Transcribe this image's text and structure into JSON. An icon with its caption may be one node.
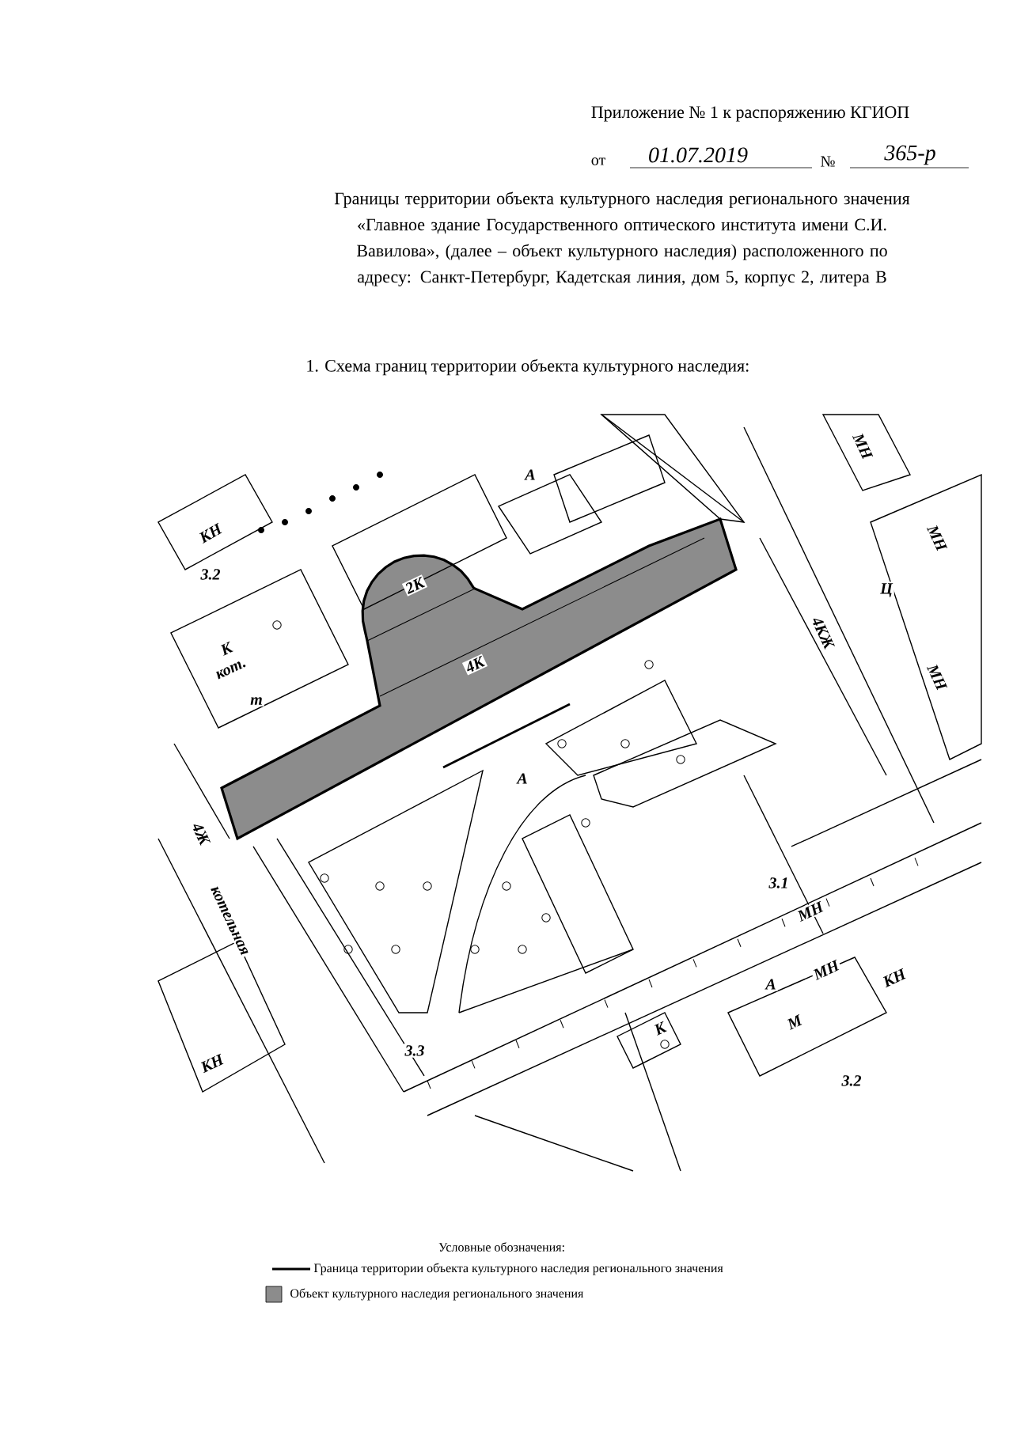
{
  "diagram": {
    "title": "Границы территории объекта культурного наследия регионального значения «Главное здание Государственного оптического института имени С.И. Вавилова», (далее – объект культурного наследия) расположенного по адресу: Санкт-Петербург, Кадетская линия, дом 5, корпус 2, литера В",
    "labels": [
      "Приложение № 1 к распоряжению КГИОП",
      "от",
      "01.07.2019",
      "№",
      "365-р",
      "1. Схема границ территории объекта культурного наследия:",
      "А",
      "КН",
      "3.2",
      "2К",
      "К",
      "кот.",
      "4К",
      "m",
      "МН",
      "Ц",
      "4КЖ",
      "МН",
      "МН",
      "А",
      "4Ж",
      "котельная",
      "3.1",
      "МН",
      "А",
      "МН",
      "КН",
      "К",
      "М",
      "3.3",
      "КН",
      "3.2",
      "Условные обозначения:"
    ],
    "legend": [
      {
        "text": "Граница территории объекта культурного наследия регионального значения"
      },
      {
        "text": "Объект культурного наследия регионального значения"
      }
    ]
  }
}
